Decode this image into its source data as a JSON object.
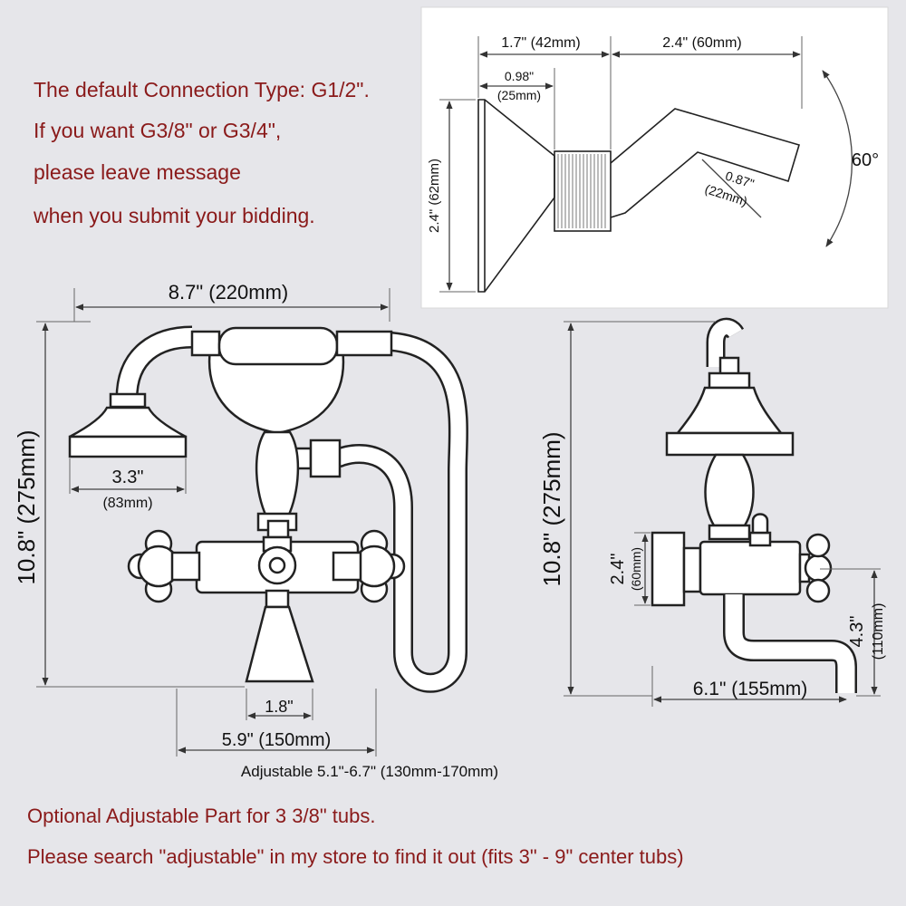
{
  "notes": {
    "connection_lines": [
      "The default Connection Type: G1/2\".",
      "If you want G3/8\" or G3/4\",",
      "please leave message",
      "when you submit your bidding."
    ],
    "optional_lines": [
      "Optional Adjustable Part for 3 3/8\" tubs.",
      "Please search \"adjustable\" in my store to find it out (fits 3\" - 9\" center tubs)"
    ]
  },
  "inset": {
    "dims": {
      "base_depth": "1.7\" (42mm)",
      "arm_length": "2.4\" (60mm)",
      "nut_depth": "0.98\"",
      "nut_depth_mm": "(25mm)",
      "flange_height": "2.4\" (62mm)",
      "angle": "60°",
      "arm_diameter": "0.87\"",
      "arm_diameter_mm": "(22mm)"
    }
  },
  "front_view": {
    "dims": {
      "width": "8.7\" (220mm)",
      "height": "10.8\" (275mm)",
      "head_diameter": "3.3\"",
      "head_diameter_mm": "(83mm)",
      "spout_base": "1.8\"",
      "center_distance": "5.9\" (150mm)",
      "adjustable": "Adjustable 5.1\"-6.7\" (130mm-170mm)"
    }
  },
  "side_view": {
    "dims": {
      "height": "10.8\" (275mm)",
      "flange": "2.4\"",
      "flange_mm": "(60mm)",
      "spout_height": "4.3\"",
      "spout_height_mm": "(110mm)",
      "spout_reach": "6.1\" (155mm)"
    }
  }
}
